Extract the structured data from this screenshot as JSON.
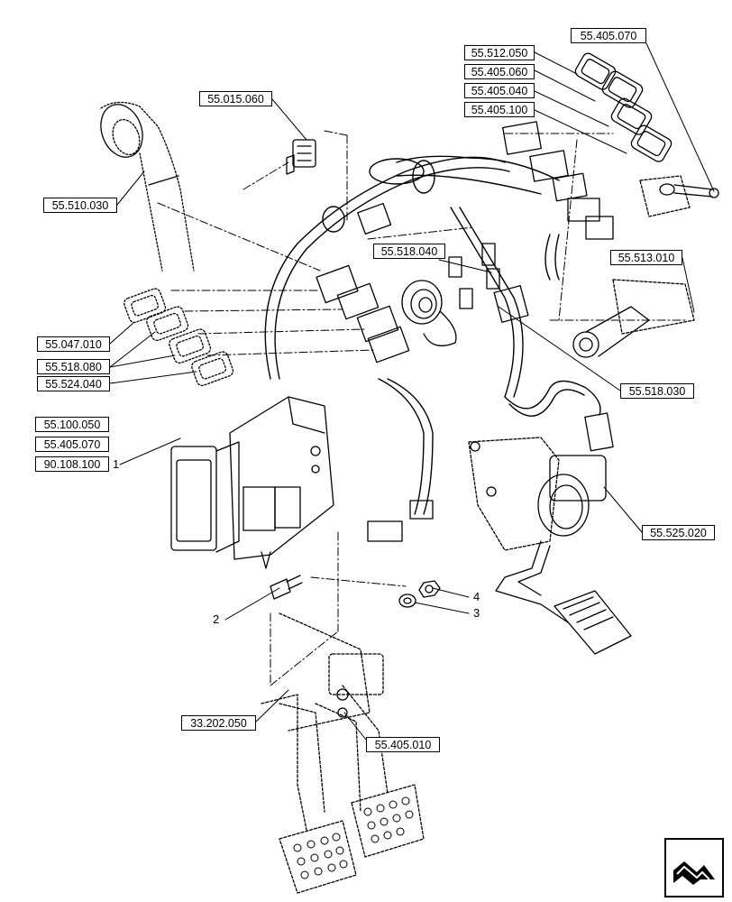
{
  "references": {
    "r_55_405_070_top": "55.405.070",
    "r_55_512_050": "55.512.050",
    "r_55_405_060": "55.405.060",
    "r_55_405_040": "55.405.040",
    "r_55_405_100": "55.405.100",
    "r_55_015_060": "55.015.060",
    "r_55_510_030": "55.510.030",
    "r_55_518_040": "55.518.040",
    "r_55_513_010": "55.513.010",
    "r_55_047_010": "55.047.010",
    "r_55_518_080": "55.518.080",
    "r_55_524_040": "55.524.040",
    "r_55_518_030": "55.518.030",
    "r_55_100_050": "55.100.050",
    "r_55_405_070_mid": "55.405.070",
    "r_90_108_100": "90.108.100",
    "r_55_525_020": "55.525.020",
    "r_33_202_050": "33.202.050",
    "r_55_405_010": "55.405.010"
  },
  "items": {
    "i1": "1",
    "i2": "2",
    "i3": "3",
    "i4": "4"
  },
  "icons": {
    "nav": "arrow-navigation-icon"
  },
  "colors": {
    "line": "#000000",
    "background": "#ffffff"
  }
}
